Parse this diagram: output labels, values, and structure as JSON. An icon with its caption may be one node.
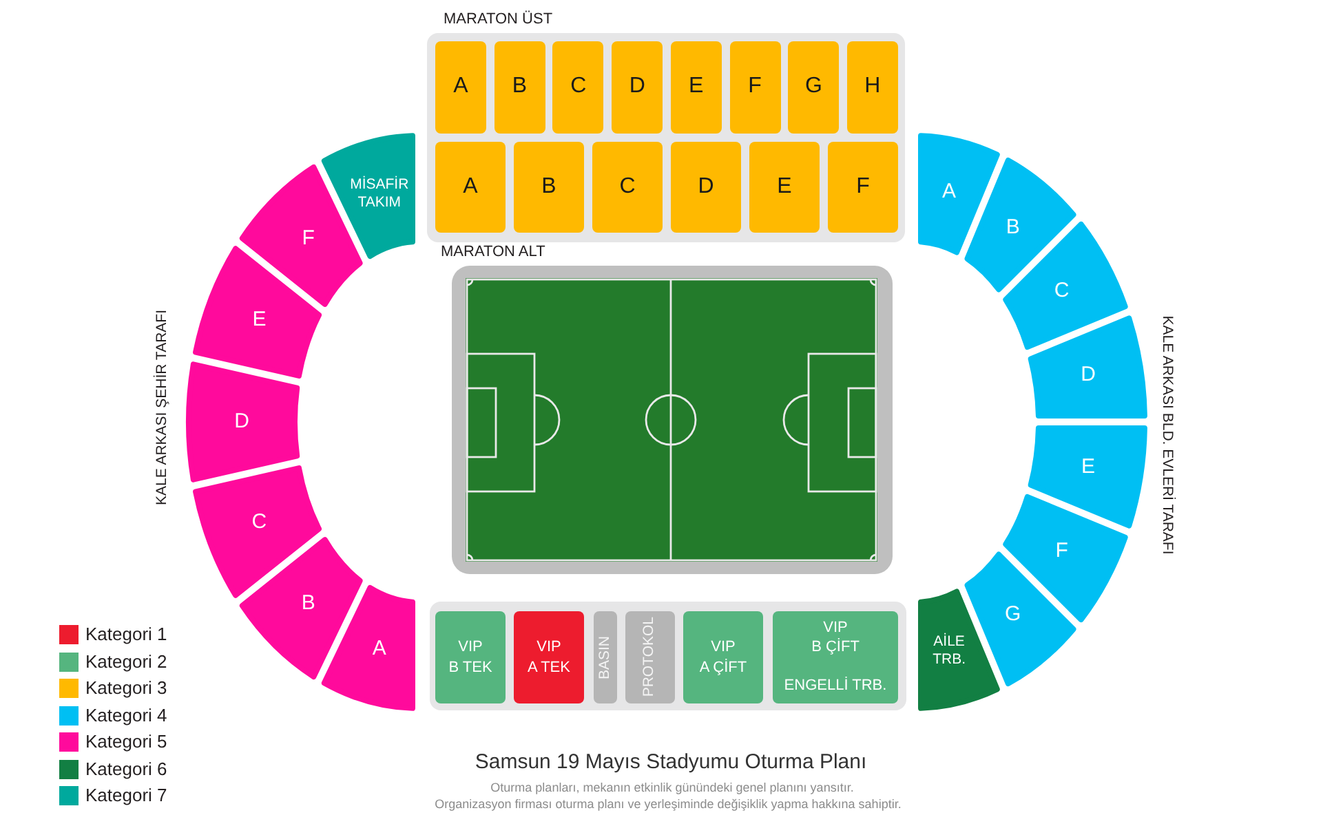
{
  "diagram": {
    "title": "Samsun 19 Mayıs Stadyumu Oturma Planı",
    "nodes": [
      {
        "text": [],
        "shape": "box"
      },
      {
        "text": [
          "A"
        ],
        "in": 0
      },
      {
        "text": [
          "B"
        ],
        "in": 0
      },
      {
        "text": [
          "C"
        ],
        "in": 0
      },
      {
        "text": [
          "D"
        ],
        "in": 0
      },
      {
        "text": [
          "E"
        ],
        "in": 0
      },
      {
        "text": [
          "F"
        ],
        "in": 0
      },
      {
        "text": [
          "G"
        ],
        "in": 0
      },
      {
        "text": [
          "H"
        ],
        "in": 0
      },
      {
        "text": [
          "A"
        ],
        "in": 0
      },
      {
        "text": [
          "B"
        ],
        "in": 0
      },
      {
        "text": [
          "C"
        ],
        "in": 0
      },
      {
        "text": [
          "D"
        ],
        "in": 0
      },
      {
        "text": [
          "E"
        ],
        "in": 0
      },
      {
        "text": [
          "F"
        ],
        "in": 0
      },
      {
        "text": [
          "MİSAFİR TAKIM"
        ]
      },
      {
        "text": [
          "F"
        ]
      },
      {
        "text": [
          "E"
        ]
      },
      {
        "text": [
          "D"
        ]
      },
      {
        "text": [
          "C"
        ]
      },
      {
        "text": [
          "B"
        ]
      },
      {
        "text": [
          "A"
        ]
      },
      {
        "text": [
          "A"
        ]
      },
      {
        "text": [
          "B"
        ]
      },
      {
        "text": [
          "C"
        ]
      },
      {
        "text": [
          "D"
        ]
      },
      {
        "text": [
          "E"
        ]
      },
      {
        "text": [
          "F"
        ]
      },
      {
        "text": [
          "G"
        ]
      },
      {
        "text": [],
        "shape": "box"
      },
      {
        "text": [
          "VIP B TEK"
        ],
        "in": 29
      },
      {
        "text": [
          "VIP A TEK"
        ],
        "in": 29
      },
      {
        "text": [
          "BASIN"
        ],
        "in": 29
      },
      {
        "text": [
          "PROTOKOL"
        ],
        "in": 29
      },
      {
        "text": [
          "VIP A ÇİFT"
        ],
        "in": 29
      },
      {
        "text": [
          "VIP B ÇİFT",
          "ENGELLİ TRB."
        ],
        "in": 29
      },
      {
        "text": [
          "AİLE TRB."
        ]
      }
    ],
    "labels": [
      "MARATON ÜST",
      "MARATON ALT",
      "KALE ARKASI ŞEHİR TARAFI",
      "KALE ARKASI BLD. EVLERİ TARAFI",
      "Oturma planları, mekanın etkinlik günündeki genel planını yansıtır.",
      "Organizasyon firması oturma planı ve yerleşiminde değişiklik yapma hakkına sahiptir."
    ],
    "legend": [
      {
        "text": "Kategori 1",
        "color": "#ed1c2e"
      },
      {
        "text": "Kategori 2",
        "color": "#55b57f"
      },
      {
        "text": "Kategori 3",
        "color": "#ffb900"
      },
      {
        "text": "Kategori 4",
        "color": "#00bff3"
      },
      {
        "text": "Kategori 5",
        "color": "#ff0a9c"
      },
      {
        "text": "Kategori 6",
        "color": "#127f43"
      },
      {
        "text": "Kategori 7",
        "color": "#00a99d"
      }
    ]
  }
}
